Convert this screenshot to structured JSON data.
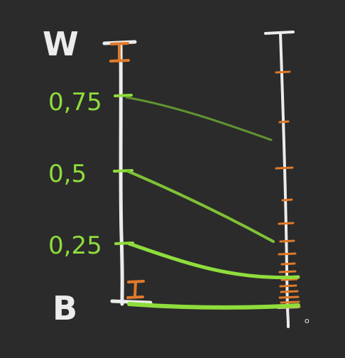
{
  "diagram": {
    "labels": {
      "top": "W",
      "bottom": "B",
      "level_075": "0,75",
      "level_05": "0,5",
      "level_025": "0,25",
      "corner": "o"
    },
    "colors": {
      "background": "#2b2b2b",
      "axis": "#ececec",
      "accent_orange": "#e07a2a",
      "accent_green": "#8fdd3c"
    },
    "mapping": [
      {
        "from": 0.75
      },
      {
        "from": 0.5
      },
      {
        "from": 0.25
      },
      {
        "from": 0
      }
    ]
  }
}
